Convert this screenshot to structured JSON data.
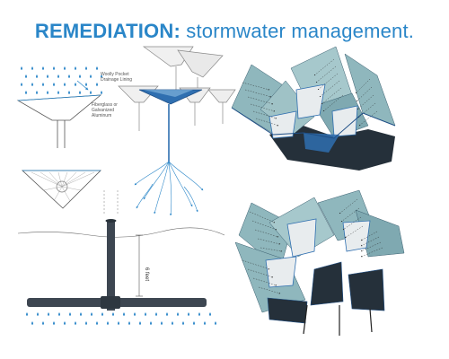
{
  "title": {
    "bold": "REMEDIATION:",
    "rest": " stormwater management."
  },
  "labels": {
    "woolly_1": "Woolly Pocket",
    "woolly_2": "Drainage Lining",
    "fiber_1": "Fiberglass or",
    "fiber_2": "Galvanized",
    "fiber_3": "Aluminum",
    "depth": "6 feet"
  },
  "colors": {
    "title": "#2a86c8",
    "rain": "#2a86c8",
    "roof_face": "#8fb7bd",
    "roof_dark": "#25303a",
    "pipe": "#3d4651",
    "funnel_blue": "#2f6fb0"
  }
}
